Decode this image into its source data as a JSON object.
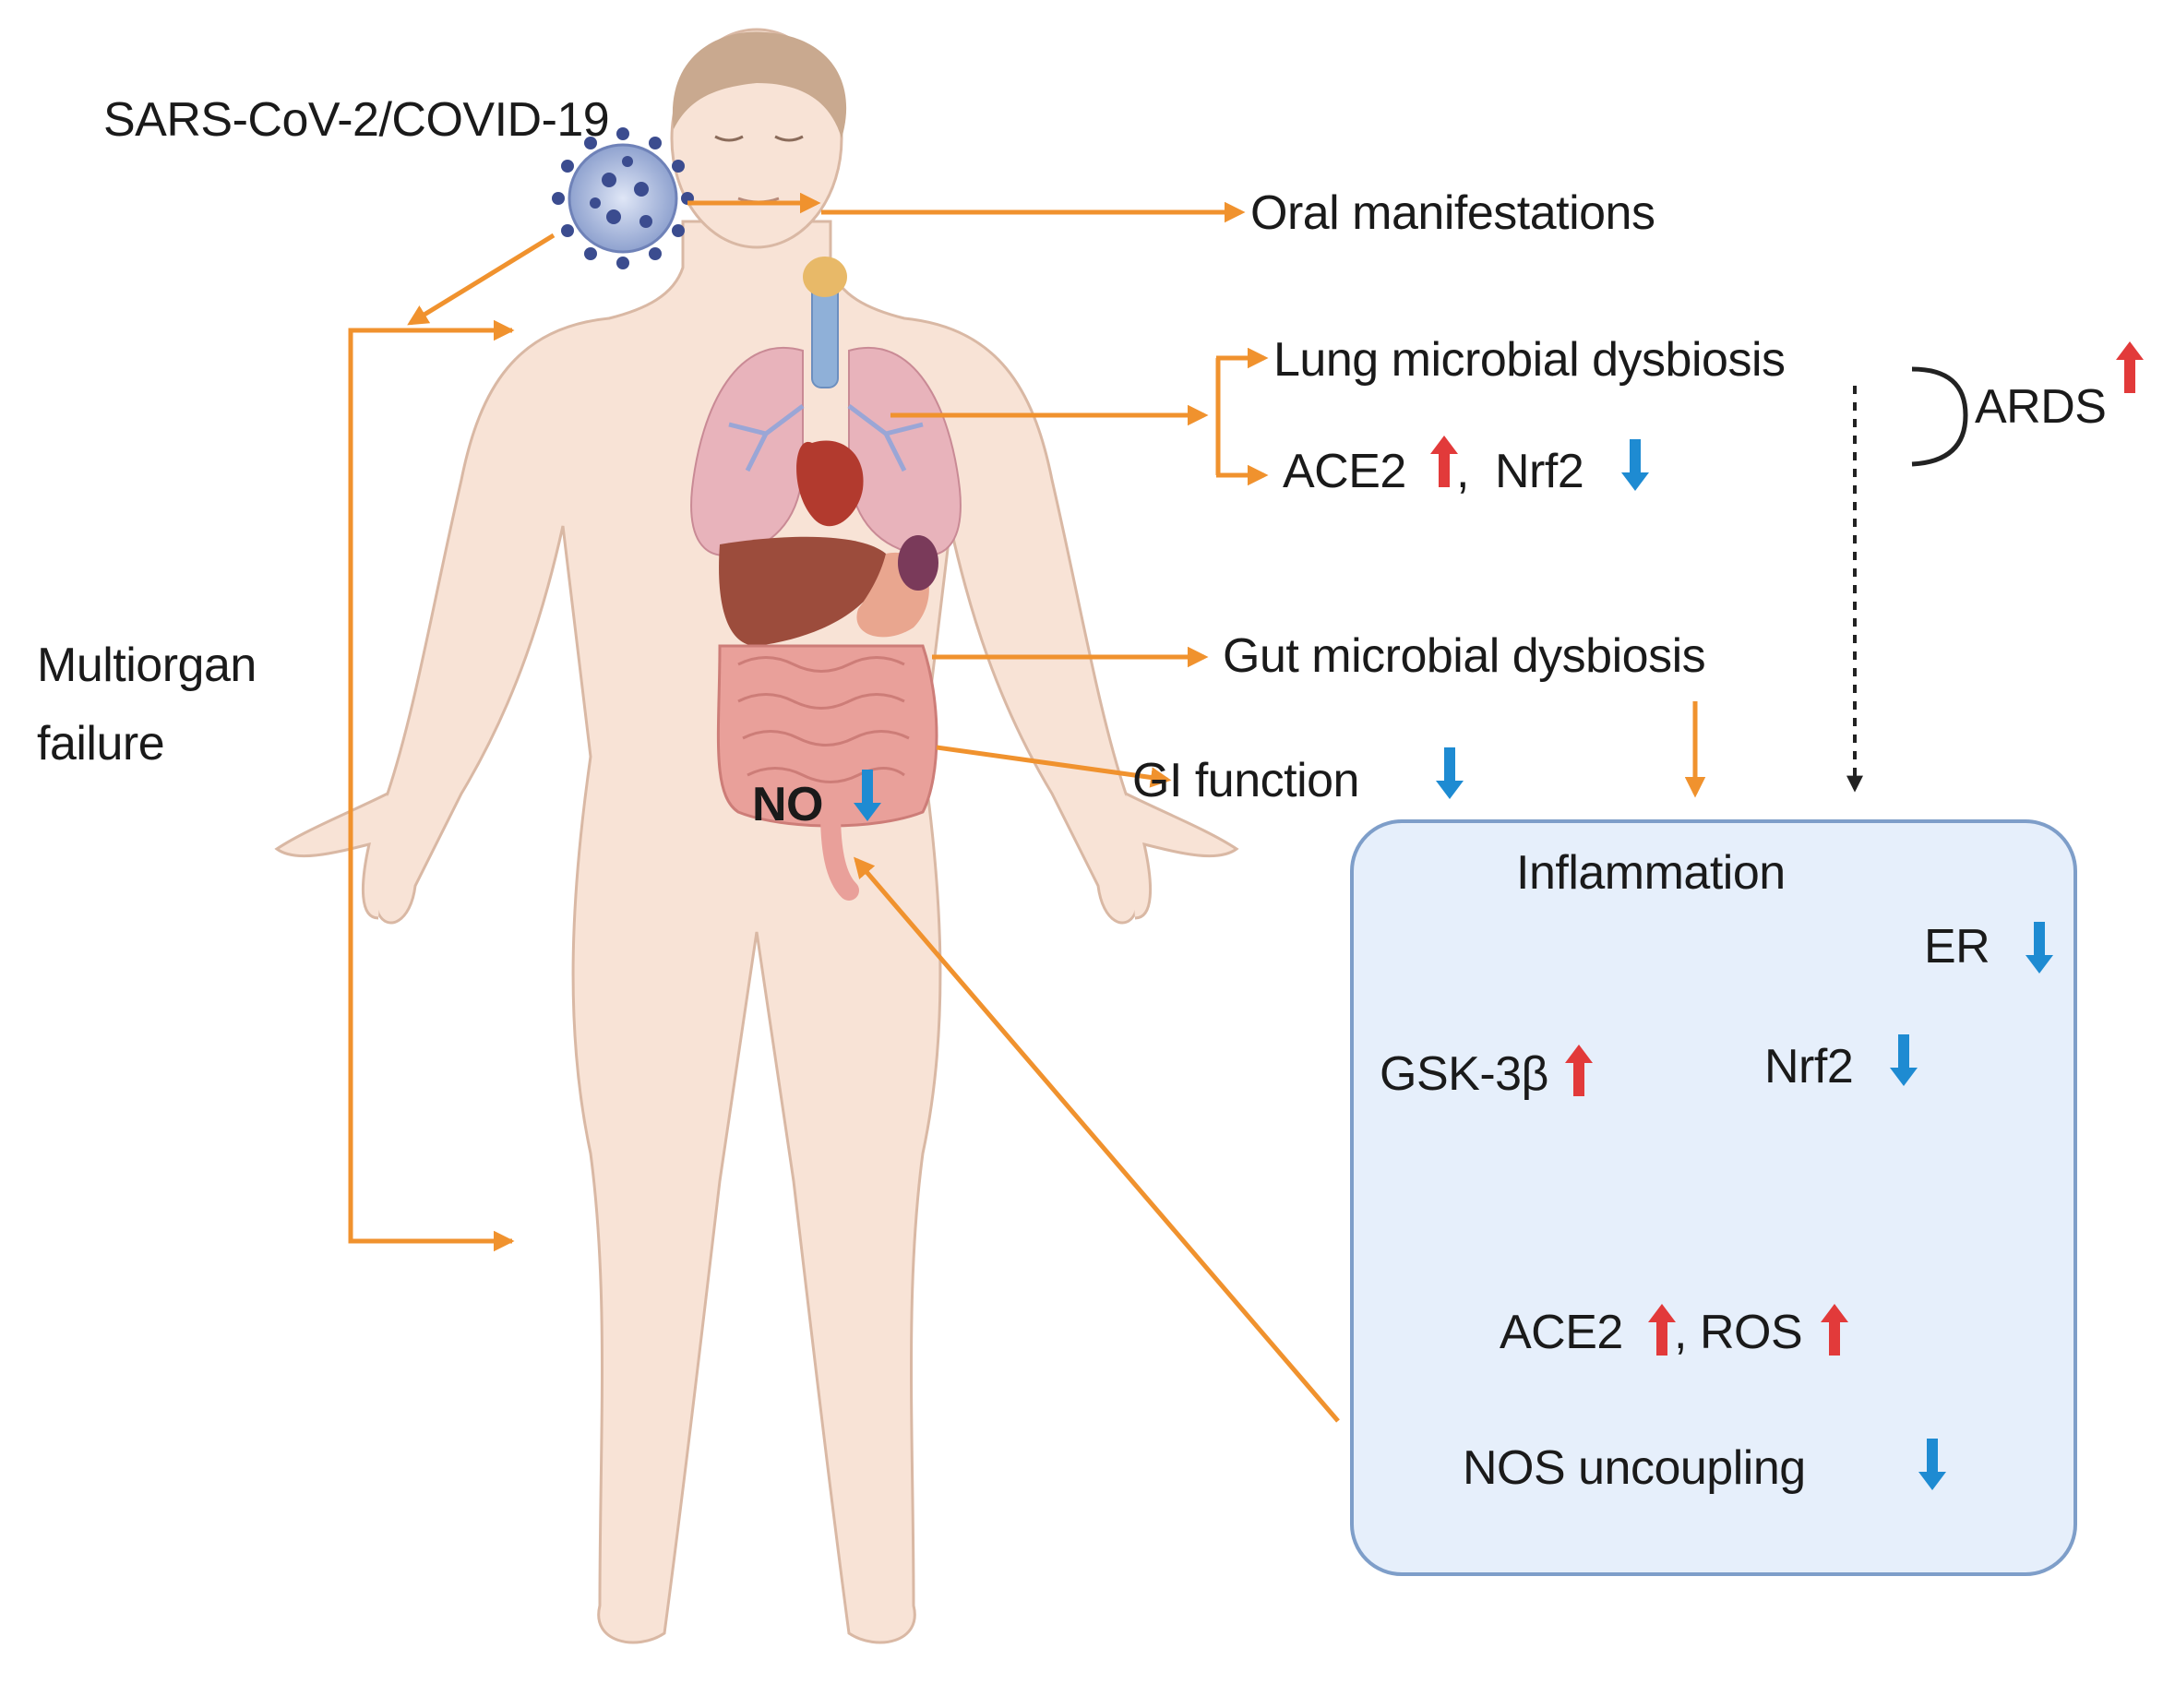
{
  "diagram": {
    "colors": {
      "arrow": "#f0922e",
      "up": "#e23a3a",
      "down": "#1e8bd2",
      "skin": "#f8e3d6",
      "box_fill": "#e6effb",
      "box_border": "#7e9ec9"
    },
    "labels": {
      "virus": "SARS-CoV-2/COVID-19",
      "oral": "Oral manifestations",
      "multiorgan_line1": "Multiorgan",
      "multiorgan_line2": "failure",
      "lung_dysbiosis": "Lung microbial dysbiosis",
      "lung_ace2": "ACE2",
      "lung_nrf2": "Nrf2",
      "ards": "ARDS",
      "gut_dysbiosis": "Gut microbial dysbiosis",
      "gi_function": "GI function",
      "no": "NO",
      "inflammation": "Inflammation",
      "er": "ER",
      "gsk": "GSK-3β",
      "box_nrf2": "Nrf2",
      "box_ace2": "ACE2",
      "ros": "ROS",
      "nos_uncoupling": "NOS uncoupling",
      "comma": ","
    },
    "icons": {
      "virus": "coronavirus-icon",
      "body": "human-body-anatomy-illustration",
      "up_arrow": "increase-arrow-icon",
      "down_arrow": "decrease-arrow-icon"
    }
  }
}
